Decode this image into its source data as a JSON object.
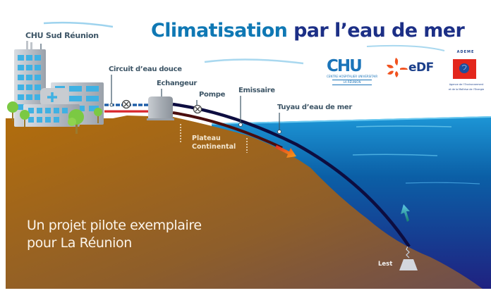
{
  "title": {
    "part1": "Climatisation",
    "part2": "par l’eau de mer"
  },
  "labels": {
    "hospital": "CHU Sud Réunion",
    "fresh_water_circuit": "Circuit d’eau douce",
    "exchanger": "Echangeur",
    "pump": "Pompe",
    "outfall": "Emissaire",
    "sea_water_pipe": "Tuyau d’eau de mer",
    "plateau_line1": "Plateau",
    "plateau_line2": "Continental",
    "ballast": "Lest"
  },
  "slogan": {
    "line1": "Un projet pilote exemplaire",
    "line2": "pour La Réunion"
  },
  "logos": {
    "chu": {
      "name": "CHU",
      "subtitle": "CENTRE HOSPITALIER UNIVERSITAIRE",
      "region": "LA RÉUNION"
    },
    "edf": {
      "name": "eDF"
    },
    "ademe": {
      "name": "ADEME",
      "subtitle_line1": "Agence de l’Environnement",
      "subtitle_line2": "et de la Maîtrise de l’Energie"
    }
  },
  "colors": {
    "title_light": "#0f78b4",
    "title_dark": "#1c2f86",
    "ground": "#a9680f",
    "sea_surface": "#1b8fd0",
    "sea_deep": "#1e237e",
    "cold_pipe": "#0d0d40",
    "warm_pipe": "#4a0d0d",
    "fresh_pipe_blue": "#1f5fa8",
    "fresh_pipe_red": "#d9262c",
    "edf_orange": "#f1521f",
    "ademe_red": "#e3261c"
  }
}
